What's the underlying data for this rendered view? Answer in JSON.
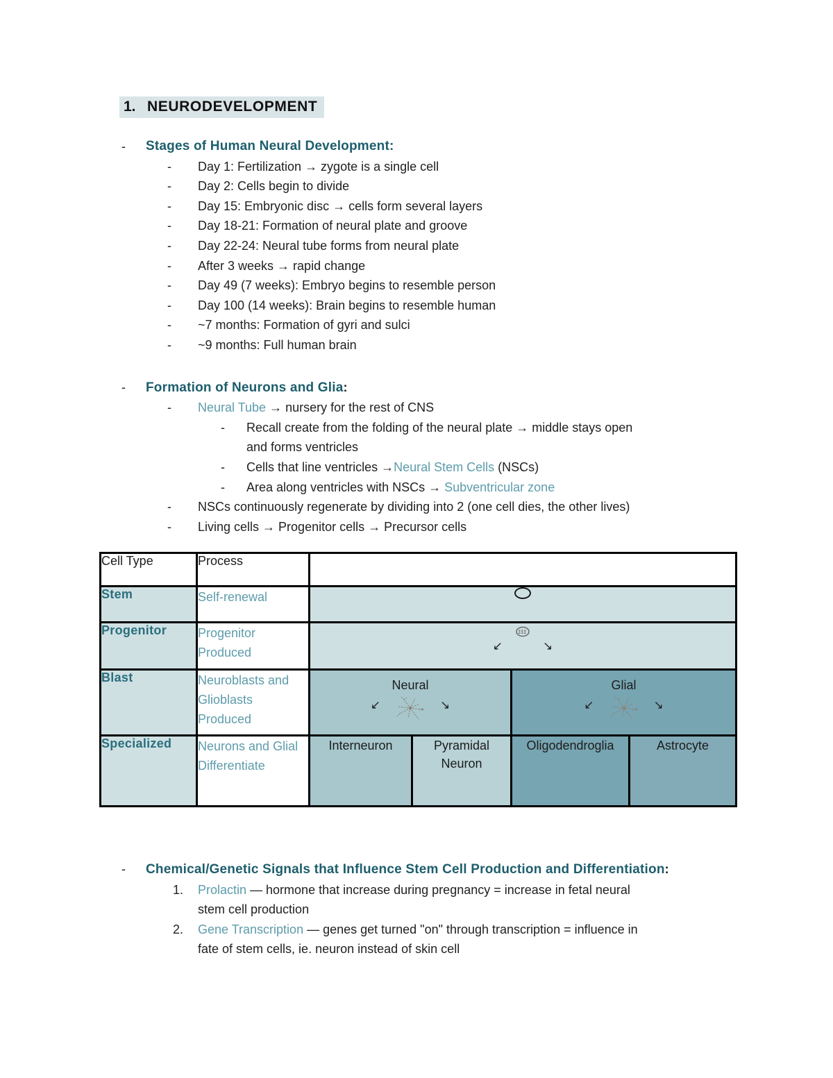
{
  "heading": {
    "number": "1.",
    "text": "NEURODEVELOPMENT"
  },
  "glyphs": {
    "dash": "-",
    "arrow_sw": "↙",
    "arrow_se": "↘"
  },
  "stages": {
    "title": "Stages of Human Neural Development:",
    "items": [
      "Day 1: Fertilization → zygote is a single cell",
      "Day 2: Cells begin to divide",
      "Day 15: Embryonic disc → cells form several layers",
      "Day 18-21: Formation of neural plate and groove",
      "Day 22-24: Neural tube forms from neural plate",
      "After 3 weeks → rapid change",
      "Day 49 (7 weeks): Embryo begins to resemble person",
      "Day 100 (14 weeks): Brain begins to resemble human",
      "~7 months: Formation of gyri and sulci",
      "~9 months: Full human brain"
    ]
  },
  "formation": {
    "title": "Formation of Neurons and Glia",
    "colon": ":",
    "l1_term": "Neural Tube",
    "l1_rest": " → nursery for the rest of CNS",
    "l2_line1": "Recall create from the folding of the neural plate → middle stays open",
    "l2_line2": "and forms ventricles",
    "l3_pre": "Cells that line ventricles →",
    "l3_term": "Neural Stem Cells",
    "l3_rest": " (NSCs)",
    "l4_pre": "Area along ventricles with NSCs → ",
    "l4_term": "Subventricular zone",
    "l5": "NSCs continuously regenerate by dividing into 2 (one cell dies, the other lives)",
    "l6": "Living cells → Progenitor cells → Precursor cells"
  },
  "table": {
    "col1_header": "Cell Type",
    "col2_header": "Process",
    "stem": {
      "label": "Stem",
      "process": "Self-renewal"
    },
    "progenitor": {
      "label": "Progenitor",
      "process": "Progenitor Produced"
    },
    "blast": {
      "label": "Blast",
      "process": "Neuroblasts and Glioblasts Produced",
      "branch1": "Neural",
      "branch2": "Glial"
    },
    "specialized": {
      "label": "Specialized",
      "process": "Neurons and Glial Differentiate",
      "cells": [
        "Interneuron",
        "Pyramidal Neuron",
        "Oligodendroglia",
        "Astrocyte"
      ]
    }
  },
  "signals": {
    "title": "Chemical/Genetic Signals that Influence Stem Cell Production and Differentiation",
    "colon": ":",
    "i1_num": "1.",
    "i1_term": "Prolactin",
    "i1_rest1": " — hormone that increase during pregnancy = increase in fetal neural",
    "i1_rest2": "stem cell production",
    "i2_num": "2.",
    "i2_term": "Gene Transcription",
    "i2_rest1": " — genes get turned \"on\" through transcription = influence in",
    "i2_rest2": "fate of stem cells, ie. neuron instead of skin cell"
  },
  "colors": {
    "accent_dark": "#1d5e6c",
    "accent_light": "#5d9cab",
    "table_label": "#2a6f7d",
    "highlight_bg": "#d9e4e7",
    "row_light": "#cfe0e3",
    "cell_neural": "#a7c7cc",
    "cell_pyramidal": "#b8d2d6",
    "cell_glial": "#78a5b2",
    "cell_astro": "#82abb7",
    "border": "#000000"
  }
}
